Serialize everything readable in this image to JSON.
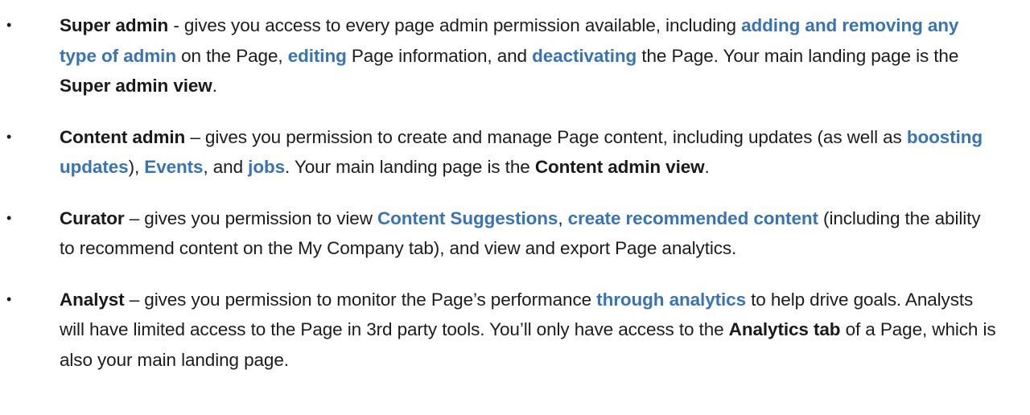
{
  "colors": {
    "text": "#1c1c1c",
    "link": "#3a73b0",
    "background": "#ffffff"
  },
  "bullet_glyph": "•",
  "roles": [
    {
      "term": "Super admin",
      "sep": " - gives you access to every page admin permission available, including ",
      "link1": "adding and removing any type of admin",
      "t2": " on the Page, ",
      "link2": "editing",
      "t3": " Page information, and ",
      "link3": "deactivating",
      "t4": " the Page. Your main landing page is the ",
      "strong": "Super admin view",
      "t5": "."
    },
    {
      "term": "Content admin",
      "sep": " – gives you permission to create and manage Page content, including updates (as well as ",
      "link1": "boosting updates",
      "t2": "), ",
      "link2": "Events",
      "t3": ", and ",
      "link3": "jobs",
      "t4": ". Your main landing page is the ",
      "strong": "Content admin view",
      "t5": "."
    },
    {
      "term": "Curator",
      "sep": " – gives you permission to view ",
      "link1": "Content Suggestions",
      "t2": ", ",
      "link2": "create recommended content",
      "t3": " (including the ability to recommend content on the My Company tab), and view and export Page analytics."
    },
    {
      "term": "Analyst",
      "sep": " – gives you permission to monitor the Page’s performance ",
      "link1": "through analytics",
      "t2": " to help drive goals. Analysts will have limited access to the Page in 3rd party tools. You’ll only have access to the ",
      "strong": "Analytics tab",
      "t3": " of a Page, which is also your main landing page."
    }
  ]
}
